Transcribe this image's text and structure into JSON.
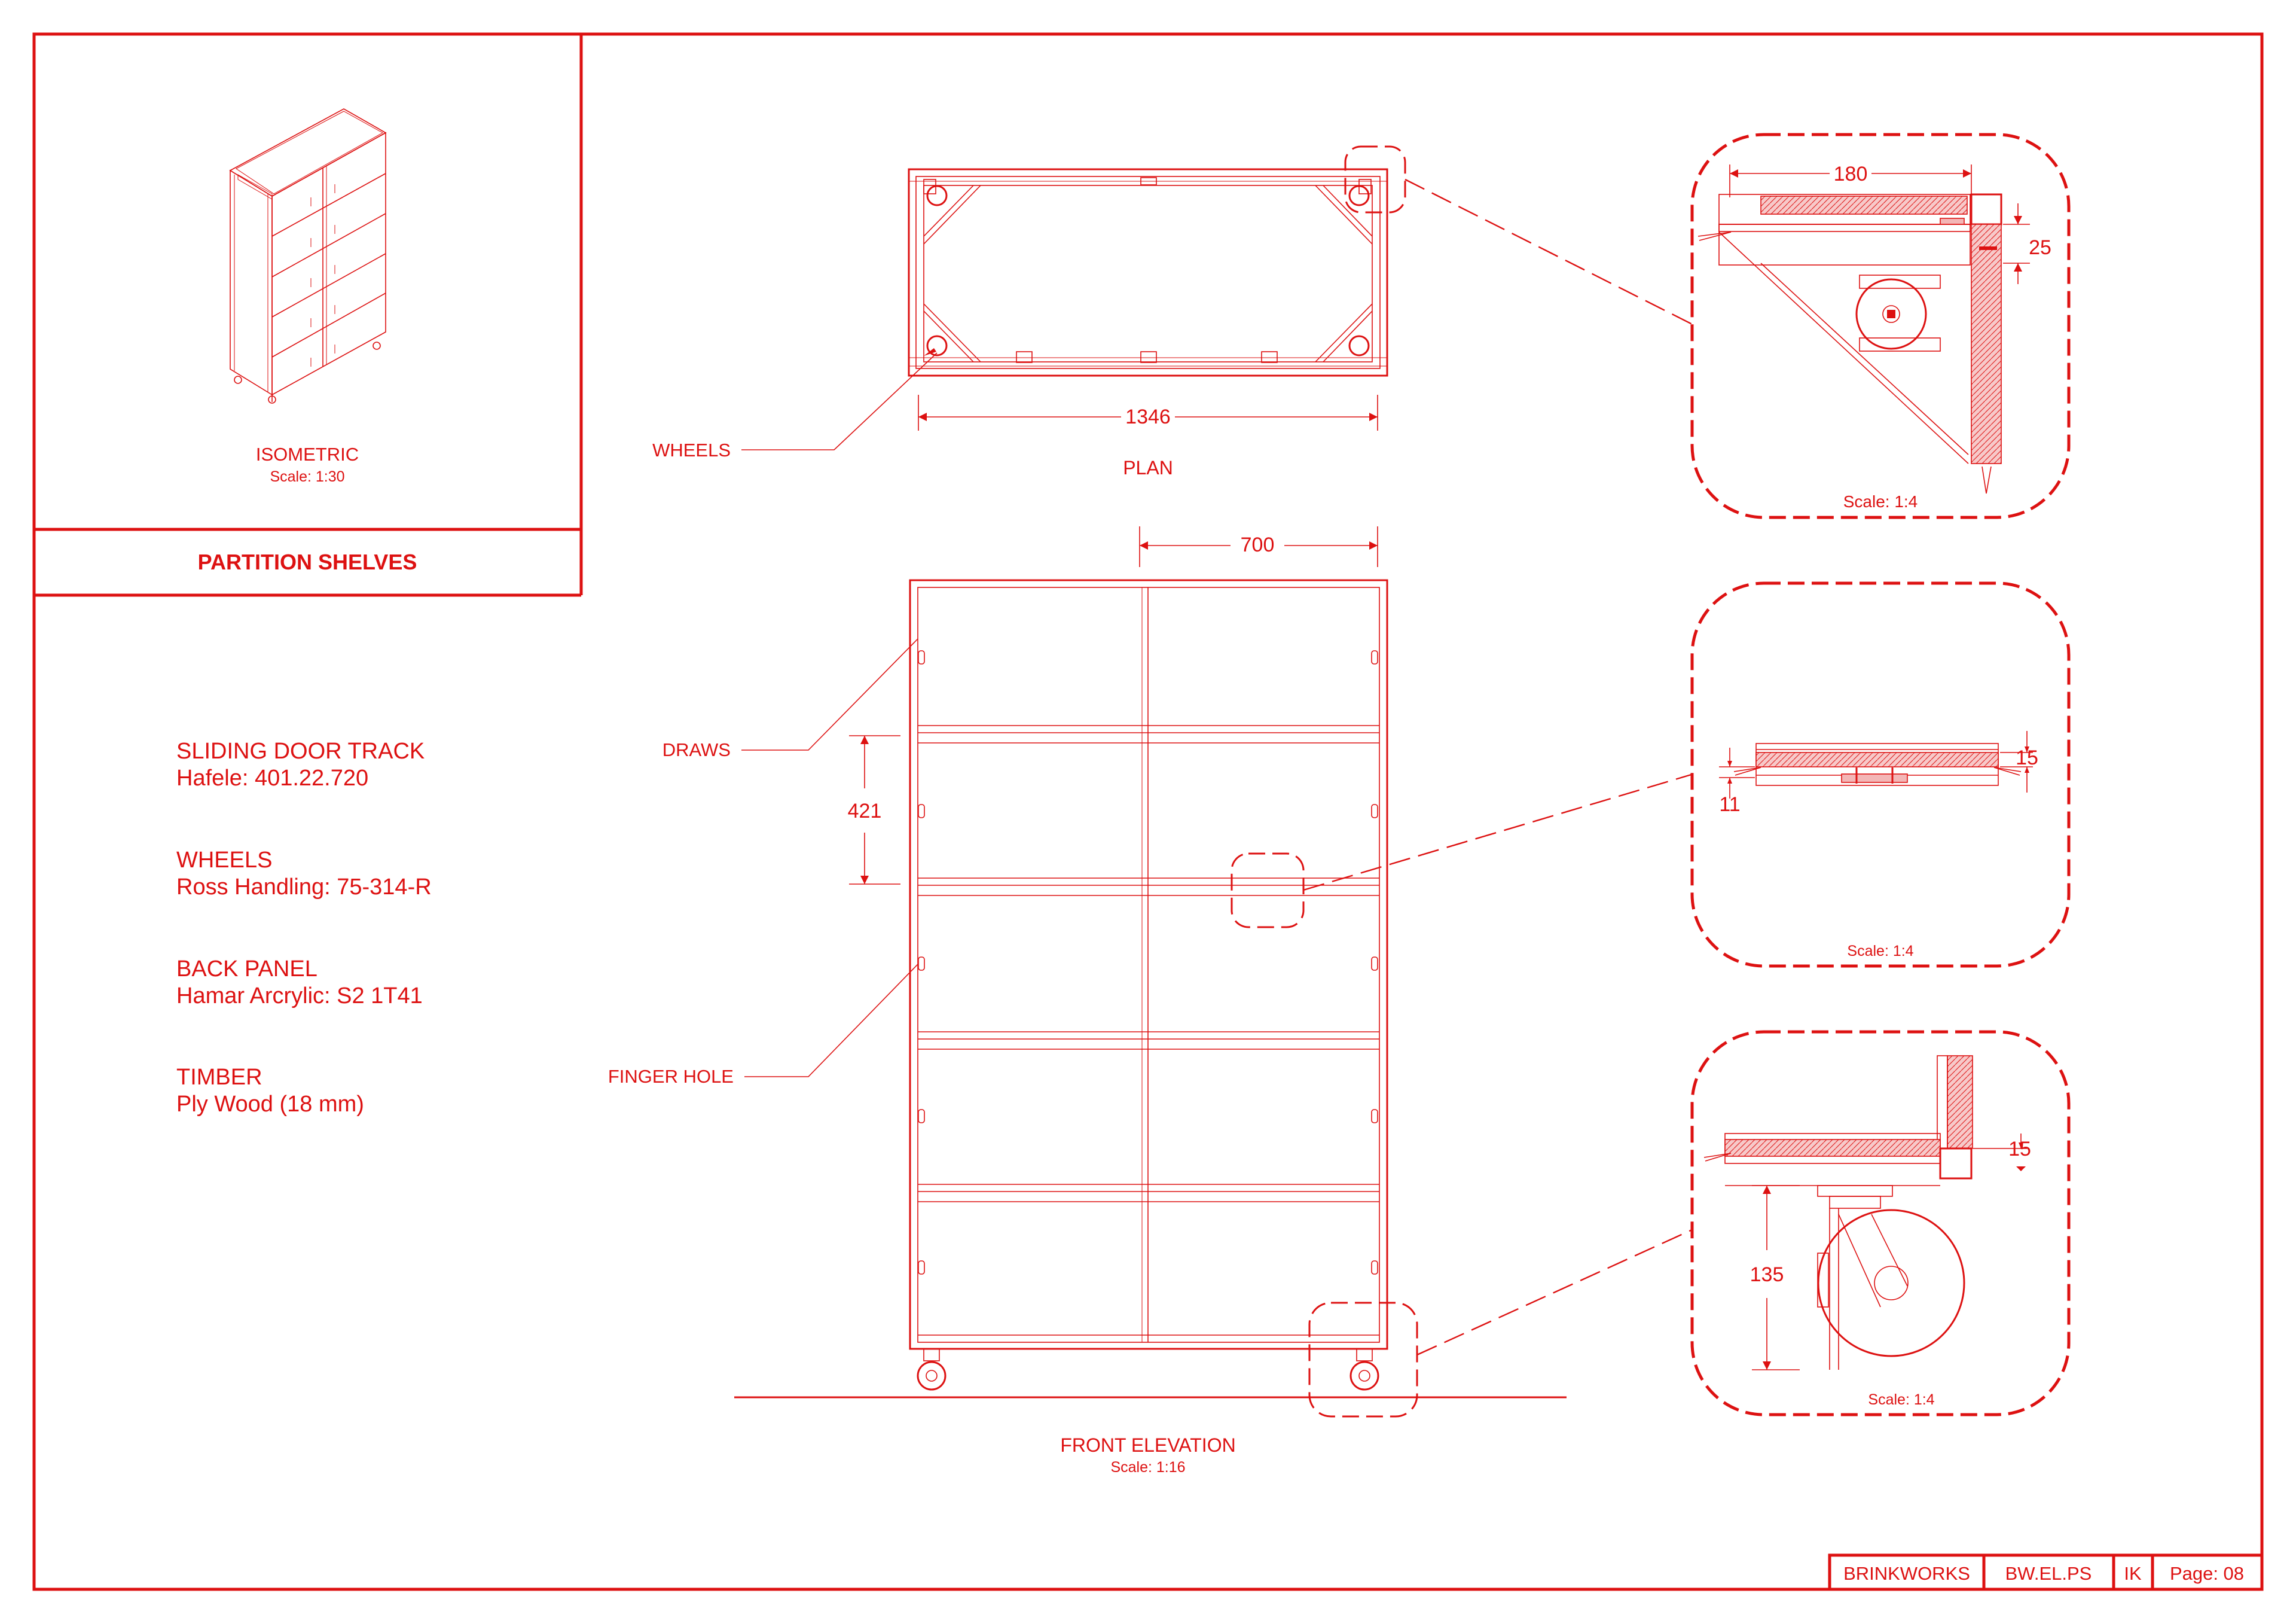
{
  "isometric": {
    "label": "ISOMETRIC",
    "scale": "Scale: 1:30"
  },
  "title": "PARTITION SHELVES",
  "specs": [
    {
      "heading": "SLIDING DOOR TRACK",
      "value": "Hafele: 401.22.720"
    },
    {
      "heading": "WHEELS",
      "value": "Ross Handling: 75-314-R"
    },
    {
      "heading": "BACK PANEL",
      "value": "Hamar Arcrylic: S2 1T41"
    },
    {
      "heading": "TIMBER",
      "value": "Ply Wood (18 mm)"
    }
  ],
  "plan": {
    "label": "PLAN",
    "width_dim": "1346",
    "wheels_callout": "WHEELS"
  },
  "elevation": {
    "label": "FRONT ELEVATION",
    "scale": "Scale: 1:16",
    "width_dim": "700",
    "shelf_gap_dim": "421",
    "draws_callout": "DRAWS",
    "finger_hole_callout": "FINGER HOLE"
  },
  "details": [
    {
      "dims": [
        "180",
        "25"
      ],
      "scale": "Scale: 1:4"
    },
    {
      "dims": [
        "15",
        "11"
      ],
      "scale": "Scale: 1:4"
    },
    {
      "dims": [
        "15",
        "135"
      ],
      "scale": "Scale: 1:4"
    }
  ],
  "title_block": {
    "company": "BRINKWORKS",
    "code": "BW.EL.PS",
    "initials": "IK",
    "page": "Page: 08"
  },
  "colors": {
    "ink": "#dd1111",
    "hatch": "#f3b6b6",
    "paper": "#ffffff"
  }
}
